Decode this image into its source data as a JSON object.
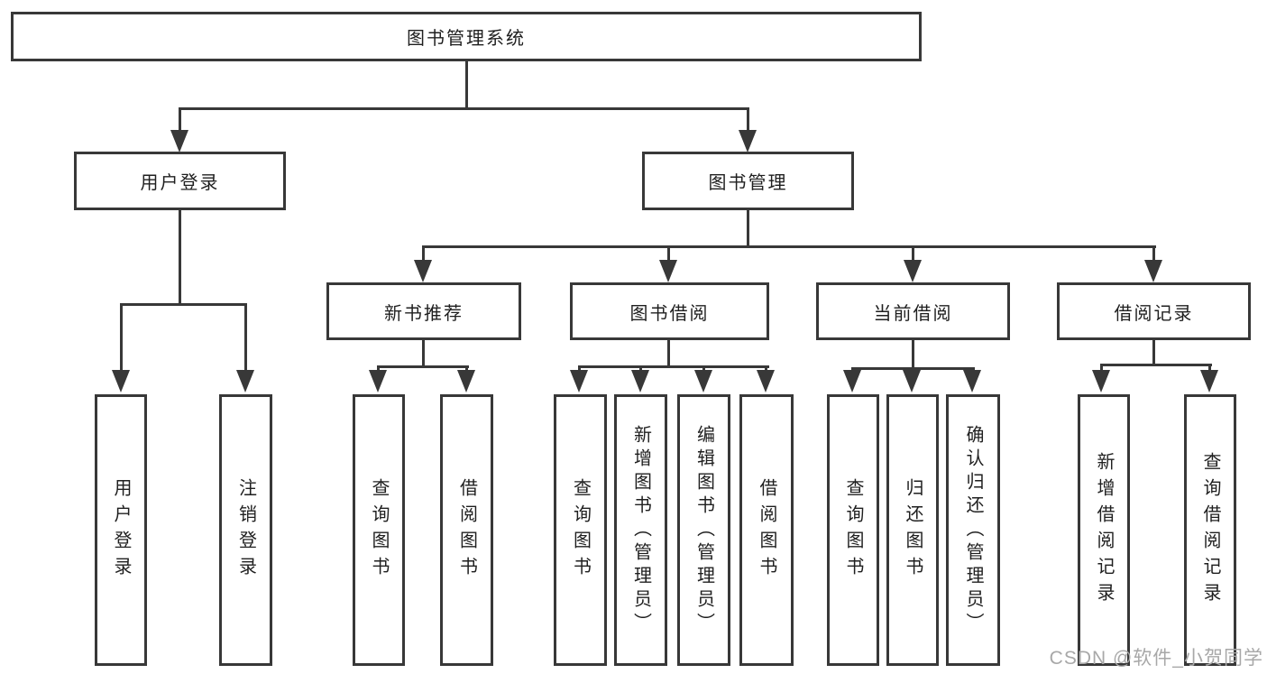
{
  "tree": {
    "root": {
      "label": "图书管理系统"
    },
    "level2": [
      {
        "label": "用户登录"
      },
      {
        "label": "图书管理"
      }
    ],
    "level3": [
      {
        "label": "新书推荐",
        "parent": "图书管理"
      },
      {
        "label": "图书借阅",
        "parent": "图书管理"
      },
      {
        "label": "当前借阅",
        "parent": "图书管理"
      },
      {
        "label": "借阅记录",
        "parent": "图书管理"
      }
    ],
    "leaves": [
      {
        "label": "用户登录",
        "parent": "用户登录"
      },
      {
        "label": "注销登录",
        "parent": "用户登录"
      },
      {
        "label": "查询图书",
        "parent": "新书推荐"
      },
      {
        "label": "借阅图书",
        "parent": "新书推荐"
      },
      {
        "label": "查询图书",
        "parent": "图书借阅"
      },
      {
        "label": "新增图书（管理员）",
        "parent": "图书借阅"
      },
      {
        "label": "编辑图书（管理员）",
        "parent": "图书借阅"
      },
      {
        "label": "借阅图书",
        "parent": "图书借阅"
      },
      {
        "label": "查询图书",
        "parent": "当前借阅"
      },
      {
        "label": "归还图书",
        "parent": "当前借阅"
      },
      {
        "label": "确认归还（管理员）",
        "parent": "当前借阅"
      },
      {
        "label": "新增借阅记录",
        "parent": "借阅记录"
      },
      {
        "label": "查询借阅记录",
        "parent": "借阅记录"
      }
    ]
  },
  "watermark": {
    "text": "CSDN @软件_小贺同学",
    "color": "#a8a8a8"
  },
  "colors": {
    "line": "#383838",
    "box_border": "#383838",
    "background": "#ffffff",
    "text": "#1f1f1f"
  }
}
